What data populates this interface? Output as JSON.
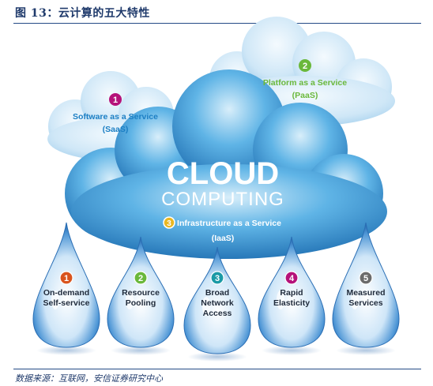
{
  "figure": {
    "title": "图 13：云计算的五大特性",
    "source": "数据来源：互联网，安信证券研究中心"
  },
  "cloud": {
    "word1": "CLOUD",
    "word2": "COMPUTING"
  },
  "services": [
    {
      "number": "1",
      "line1": "Software as a Service",
      "line2": "(SaaS)",
      "badge_color": "#b5127a"
    },
    {
      "number": "2",
      "line1": "Platform as a Service",
      "line2": "(PaaS)",
      "badge_color": "#6ab83b"
    },
    {
      "number": "3",
      "line1": "Infrastructure as a Service",
      "line2": "(IaaS)",
      "badge_color": "#e9b722"
    }
  ],
  "drops": [
    {
      "number": "1",
      "line1": "On-demand",
      "line2": "Self-service",
      "line3": "",
      "badge_color": "#d9541e"
    },
    {
      "number": "2",
      "line1": "Resource",
      "line2": "Pooling",
      "line3": "",
      "badge_color": "#6ab83b"
    },
    {
      "number": "3",
      "line1": "Broad",
      "line2": "Network",
      "line3": "Access",
      "badge_color": "#1b9aa6"
    },
    {
      "number": "4",
      "line1": "Rapid",
      "line2": "Elasticity",
      "line3": "",
      "badge_color": "#b5127a"
    },
    {
      "number": "5",
      "line1": "Measured",
      "line2": "Services",
      "line3": "",
      "badge_color": "#6b6b6b"
    }
  ],
  "colors": {
    "rule": "#244a86",
    "cloud_main": "#3f9fdc",
    "cloud_light": "#cde6f6",
    "service_text": "#1c7fc4"
  }
}
